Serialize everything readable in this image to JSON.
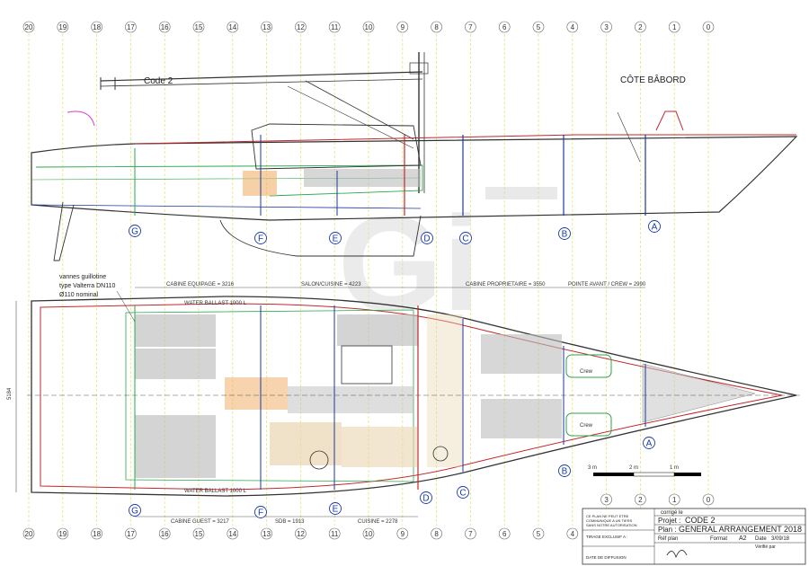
{
  "frames": [
    "20",
    "19",
    "18",
    "17",
    "16",
    "15",
    "14",
    "13",
    "12",
    "11",
    "10",
    "9",
    "8",
    "7",
    "6",
    "5",
    "4",
    "3",
    "2",
    "1",
    "0"
  ],
  "stations_profile": [
    "G",
    "F",
    "E",
    "D",
    "C",
    "B",
    "A"
  ],
  "stations_plan": [
    "G",
    "F",
    "E",
    "D",
    "C",
    "B",
    "A"
  ],
  "side_title": "CÔTE BÂBORD",
  "sail_label": "Code 2",
  "overall_beam": "5184",
  "compartments_top": [
    "CABINE EQUIPAGE = 3216",
    "SALON/CUISINE = 4223",
    "CABINE PROPRIETAIRE = 3550",
    "POINTE AVANT / CREW = 2990"
  ],
  "compartments_bottom": [
    "CABINE GUEST = 3217",
    "SDB = 1913",
    "CUISINE = 2278"
  ],
  "tank_labels": [
    "WATER BALLAST 1000 L",
    "WATER BALLAST 1000 L"
  ],
  "crew_labels": [
    "Crew",
    "Crew"
  ],
  "valve_note": [
    "vannes guillotine",
    "type Valterra DN110",
    "Ø110 nominal"
  ],
  "scale_bar": {
    "labels": [
      "3 m",
      "2 m",
      "1 m"
    ]
  },
  "title_block": {
    "rev": "corrigé le",
    "projet_label": "Projet :",
    "projet": "CODE 2",
    "plan_label": "Plan :",
    "plan": "GENERAL ARRANGEMENT 2018",
    "ref_label": "Réf plan",
    "format_label": "Format",
    "format": "A2",
    "date_label": "Date",
    "date": "3/09/18",
    "verif_label": "Vérifié par",
    "diffusion_label": "DATE DE DIFFUSION",
    "copyright_lines": [
      "CE PLAN NE PEUT ETRE",
      "COMMUNIQUE A UN TIERS",
      "SANS NOTRE AUTORISATION"
    ],
    "tirage": "TIRAGE EXCLUSIF A :"
  },
  "watermark": "Gi",
  "colors": {
    "frame_line": "#e8e27a",
    "station": "#1a3aa0",
    "hull": "#c0282d",
    "green": "#2aa84a",
    "magenta": "#d63bd6",
    "grey": "#6c6c6c"
  }
}
